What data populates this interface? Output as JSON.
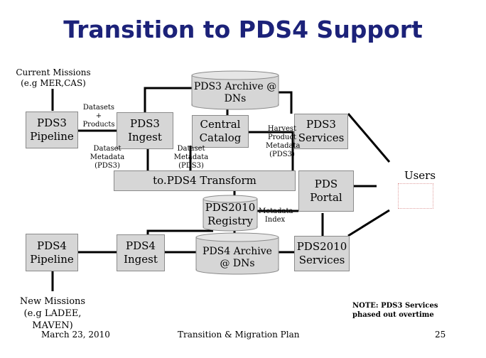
{
  "title": "Transition to PDS4 Support",
  "current_missions": [
    "Current Missions",
    "(e.g MER,CAS)"
  ],
  "new_missions": [
    "New Missions",
    "(e.g LADEE,",
    "MAVEN)"
  ],
  "nodes": {
    "pds3_pipeline": "PDS3 Pipeline",
    "pds3_ingest": "PDS3 Ingest",
    "pds3_archive": "PDS3 Archive @ DNs",
    "central_catalog": "Central Catalog",
    "pds3_services": "PDS3 Services",
    "transform": "to.PDS4 Transform",
    "pds_portal": "PDS Portal",
    "registry": "PDS2010 Registry",
    "pds4_pipeline": "PDS4 Pipeline",
    "pds4_ingest": "PDS4 Ingest",
    "pds4_archive": "PDS4 Archive @ DNs",
    "pds2010_services": "PDS2010 Services",
    "users": "Users"
  },
  "edge_labels": {
    "datasets_products": [
      "Datasets +",
      "Products"
    ],
    "dataset_metadata_1": [
      "Dataset",
      "Metadata",
      "(PDS3)"
    ],
    "dataset_metadata_2": [
      "Dataset",
      "Metadata",
      "(PDS3)"
    ],
    "harvest": [
      "Harvest",
      "Product",
      "Metadata",
      "(PDS3)"
    ],
    "metadata_index": [
      "Metadata",
      "Index"
    ]
  },
  "note": "NOTE: PDS3 Services phased out overtime",
  "footer": {
    "date": "March 23, 2010",
    "center": "Transition & Migration Plan",
    "page": "25"
  },
  "colors": {
    "title": "#1c2279",
    "box_fill": "#d6d6d6",
    "box_border": "#8a8a8a"
  }
}
